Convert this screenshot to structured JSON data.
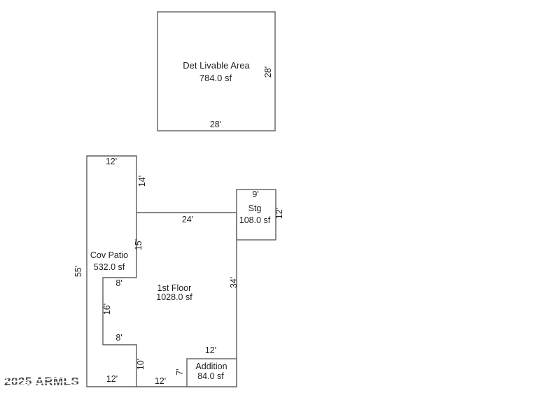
{
  "watermark": "2025 ARMLS",
  "rooms": {
    "det": {
      "name": "Det Livable Area",
      "area": "784.0 sf",
      "dim_right": "28'",
      "dim_bottom": "28'"
    },
    "patio": {
      "name": "Cov Patio",
      "area": "532.0 sf",
      "dim_top": "12'",
      "dim_right_upper": "14'",
      "dim_right_mid": "15'",
      "dim_left": "55'",
      "dim_notch_top": "8'",
      "dim_notch_left": "16'",
      "dim_notch_bottom": "8'",
      "dim_right_lower": "10'",
      "dim_bottom": "12'"
    },
    "first_floor": {
      "name": "1st Floor",
      "area": "1028.0 sf",
      "dim_top": "24'",
      "dim_right": "34'",
      "dim_bottom": "12'"
    },
    "stg": {
      "name": "Stg",
      "area": "108.0 sf",
      "dim_top": "9'",
      "dim_right": "12'"
    },
    "addition": {
      "name": "Addition",
      "area": "84.0 sf",
      "dim_top": "12'",
      "dim_left": "7'"
    }
  },
  "colors": {
    "background": "#ffffff",
    "line": "#5f5f5f",
    "text": "#1f1f1f",
    "watermark": "#4a4a4a"
  }
}
